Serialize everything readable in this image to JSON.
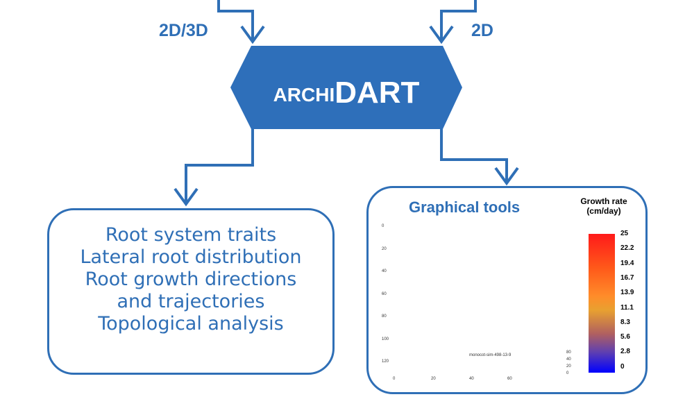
{
  "diagram": {
    "input_labels": {
      "left": "2D/3D",
      "right": "2D"
    },
    "hub": {
      "prefix": "ARCHI",
      "main": "DART"
    },
    "outputs": {
      "traits": [
        "Root system traits",
        "Lateral root distribution",
        "Root growth directions",
        "and trajectories",
        "Topological analysis"
      ],
      "graphical_tools": {
        "title": "Graphical tools",
        "legend_title": [
          "Growth rate",
          "(cm/day)"
        ],
        "legend_ticks": [
          "25",
          "22.2",
          "19.4",
          "16.7",
          "13.9",
          "11.1",
          "8.3",
          "5.6",
          "2.8",
          "0"
        ],
        "plot_caption": "monocot-sim-498-13-9",
        "z_axis_ticks": [
          "0",
          "20",
          "40",
          "60",
          "80",
          "100",
          "120"
        ],
        "x_axis_ticks": [
          "0",
          "20",
          "40",
          "60"
        ],
        "y_axis_ticks": [
          "80",
          "40",
          "20",
          "0"
        ]
      }
    },
    "colors": {
      "primary": "#2f6fb6",
      "hub_fill": "#2e6fba",
      "root_orange": "#f08a2e",
      "root_blue": "#3040b0"
    }
  }
}
